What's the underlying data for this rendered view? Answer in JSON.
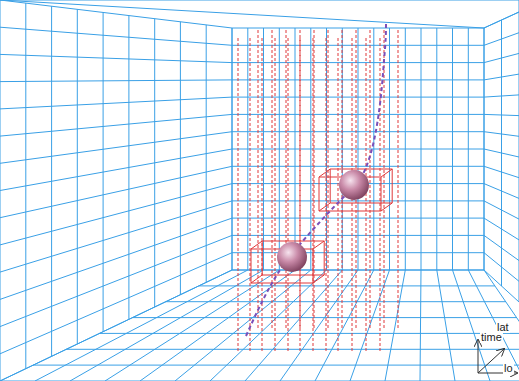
{
  "diagram": {
    "labels": [
      "time",
      "lat",
      "lo"
    ]
  }
}
